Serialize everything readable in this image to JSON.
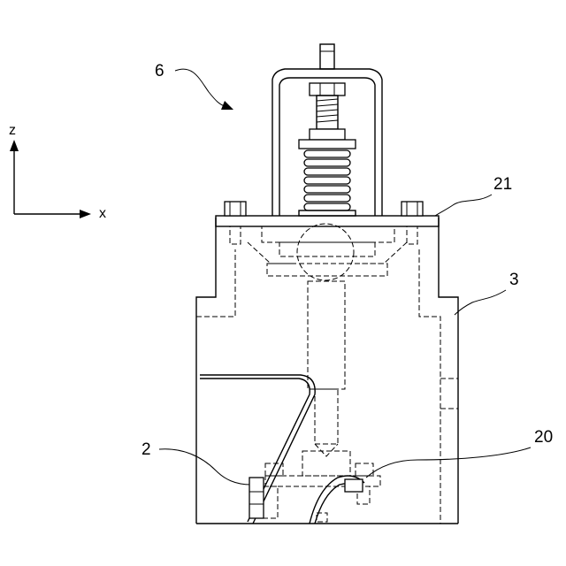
{
  "labels": {
    "ref_6": "6",
    "ref_21": "21",
    "ref_3": "3",
    "ref_2": "2",
    "ref_20": "20"
  },
  "axes": {
    "z": "z",
    "x": "x"
  }
}
